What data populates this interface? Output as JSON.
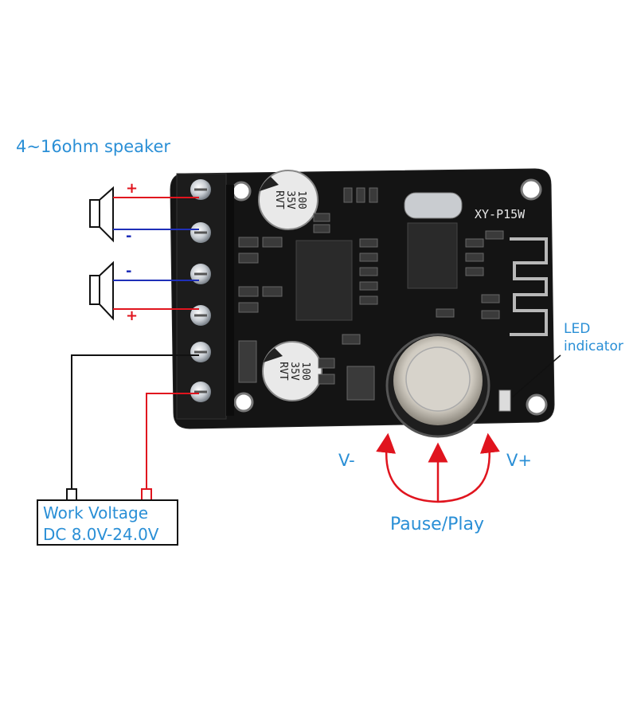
{
  "labels": {
    "speaker": "4~16ohm speaker",
    "led_line1": "LED",
    "led_line2": "indicator",
    "v_minus": "V-",
    "v_plus": "V+",
    "pause_play": "Pause/Play",
    "work_voltage": "Work Voltage",
    "dc_range": "DC 8.0V-24.0V"
  },
  "polarity": {
    "spk1_plus": "+",
    "spk1_minus": "-",
    "spk2_minus": "-",
    "spk2_plus": "+"
  },
  "board": {
    "model": "XY-P15W",
    "cap_value": "100",
    "cap_voltage": "35V",
    "cap_brand": "RVT"
  },
  "colors": {
    "label_blue": "#2a8fd6",
    "wire_red": "#e0141e",
    "wire_blue": "#1f2fb8",
    "wire_black": "#111111",
    "board_black": "#141414"
  }
}
